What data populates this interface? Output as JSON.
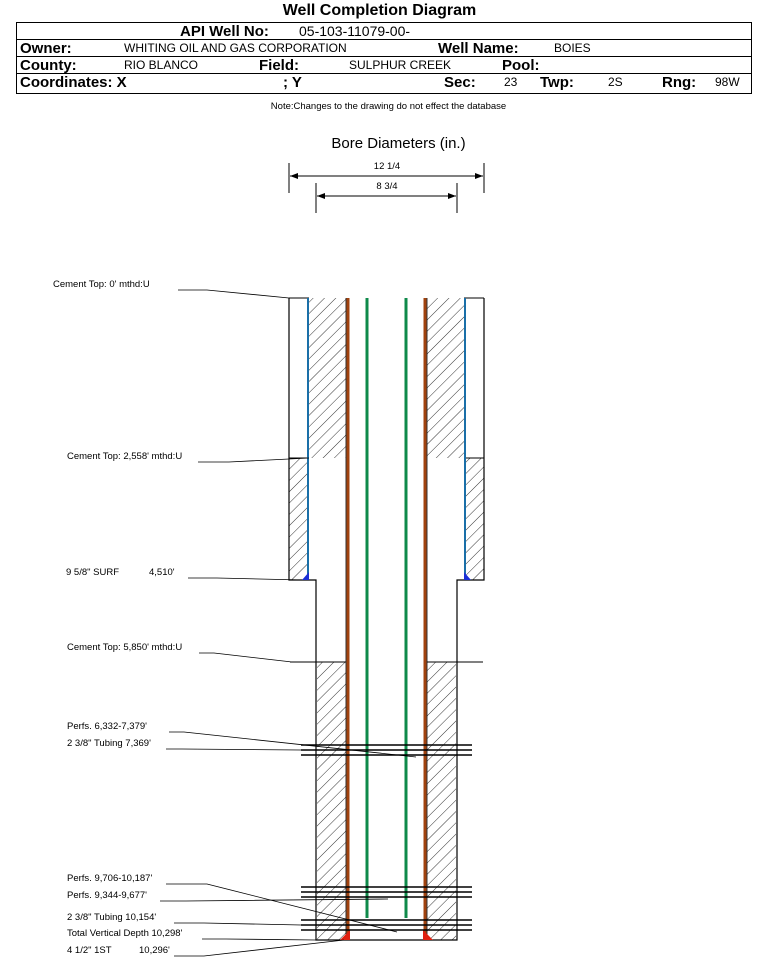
{
  "header": {
    "title": "Well Completion Diagram",
    "api_label": "API Well No:",
    "api_value": "05-103-11079-00-",
    "owner_label": "Owner:",
    "owner_value": "WHITING OIL AND GAS CORPORATION",
    "well_name_label": "Well Name:",
    "well_name_value": "BOIES",
    "county_label": "County:",
    "county_value": "RIO BLANCO",
    "field_label": "Field:",
    "field_value": "SULPHUR CREEK",
    "pool_label": "Pool:",
    "pool_value": "",
    "coords_label": "Coordinates: X",
    "coords_y_label": "; Y",
    "sec_label": "Sec:",
    "sec_value": "23",
    "twp_label": "Twp:",
    "twp_value": "2S",
    "rng_label": "Rng:",
    "rng_value": "98W"
  },
  "note": "Note:Changes to the drawing do not effect the database",
  "bore": {
    "title": "Bore Diameters (in.)",
    "outer": "12 1/4",
    "inner": "8 3/4"
  },
  "annotations": {
    "cement_top_0": "Cement Top: 0' mthd:U",
    "cement_top_2558": "Cement Top: 2,558' mthd:U",
    "surf_casing_name": "9 5/8\" SURF",
    "surf_casing_depth": "4,510'",
    "cement_top_5850": "Cement Top: 5,850' mthd:U",
    "perfs_1": "Perfs. 6,332-7,379'",
    "tubing_1": "2 3/8\" Tubing 7,369'",
    "perfs_2": "Perfs. 9,706-10,187'",
    "perfs_3": "Perfs. 9,344-9,677'",
    "tubing_2": "2 3/8\" Tubing 10,154'",
    "tvd": "Total Vertical Depth 10,298'",
    "prod_casing_name": "4 1/2\" 1ST",
    "prod_casing_depth": "10,296'"
  },
  "colors": {
    "surface_casing": "#1a6fa8",
    "production_casing": "#a0420e",
    "tubing": "#0f8a4a",
    "shoe_surface": "#1a2fd6",
    "shoe_production": "#e02010"
  }
}
